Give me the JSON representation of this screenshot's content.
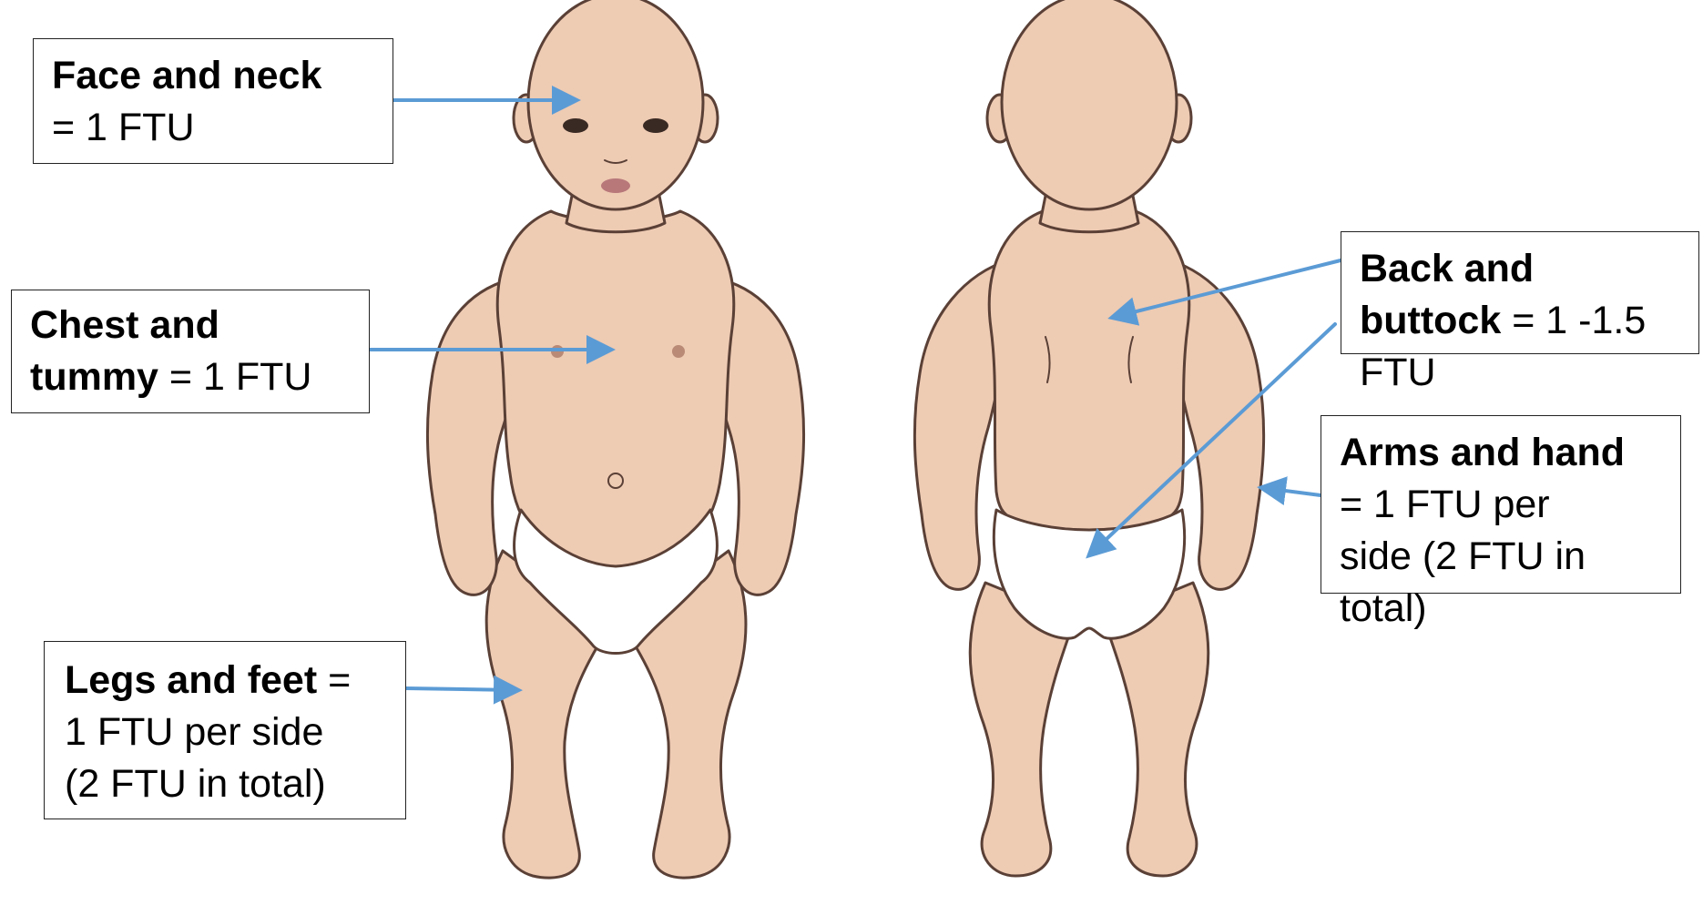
{
  "figure": {
    "colors": {
      "skin": "#eecbb3",
      "skin_shade": "#dfb59b",
      "outline": "#5a4036",
      "diaper": "#ffffff",
      "arrow": "#5b9bd5",
      "label_border": "#222222"
    },
    "labels": {
      "face": {
        "bold": "Face and neck",
        "line2": "= 1 FTU"
      },
      "chest": {
        "bold1": "Chest and",
        "bold2": "tummy",
        "rest2": " = 1 FTU"
      },
      "legs": {
        "bold1": "Legs and feet",
        "rest1": " =",
        "line2": "1 FTU per side",
        "line3": "(2 FTU in total)"
      },
      "back": {
        "bold1": "Back and",
        "bold2": "buttock",
        "rest2": " = 1 -1.5",
        "line3": "FTU"
      },
      "arms": {
        "bold1": "Arms and hand",
        "line2": "= 1 FTU per",
        "line3": "side (2 FTU in",
        "line4": "total)"
      }
    }
  }
}
